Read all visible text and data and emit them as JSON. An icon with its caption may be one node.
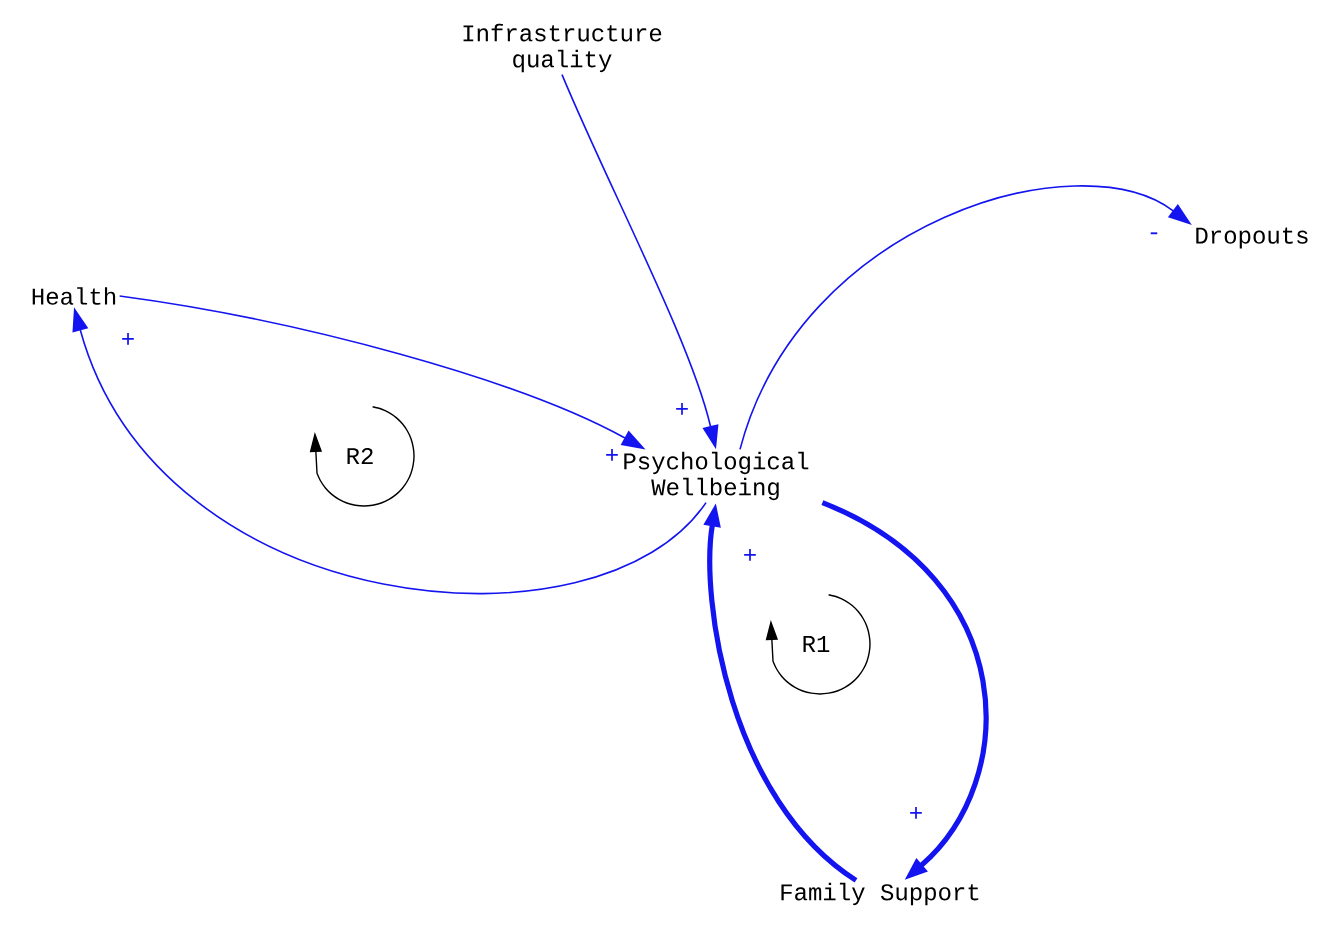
{
  "diagram": {
    "nodes": [
      {
        "text": [
          "Infrastructure quality"
        ]
      },
      {
        "text": [
          "Health"
        ]
      },
      {
        "text": [
          "Psychological Wellbeing"
        ]
      },
      {
        "text": [
          "Dropouts"
        ]
      },
      {
        "text": [
          "Family Support"
        ]
      }
    ],
    "edges": [
      {
        "from": 0,
        "to": 2,
        "arrow": "to",
        "label": "+"
      },
      {
        "from": 1,
        "to": 2,
        "arrow": "to",
        "label": "+"
      },
      {
        "from": 2,
        "to": 1,
        "arrow": "to",
        "label": "+"
      },
      {
        "from": 2,
        "to": 3,
        "arrow": "to",
        "label": "-"
      },
      {
        "from": 2,
        "to": 4,
        "arrow": "to",
        "label": "+",
        "style": "thick"
      },
      {
        "from": 4,
        "to": 2,
        "arrow": "to",
        "label": "+",
        "style": "thick"
      }
    ],
    "labels": [
      "R2",
      "R1"
    ]
  }
}
